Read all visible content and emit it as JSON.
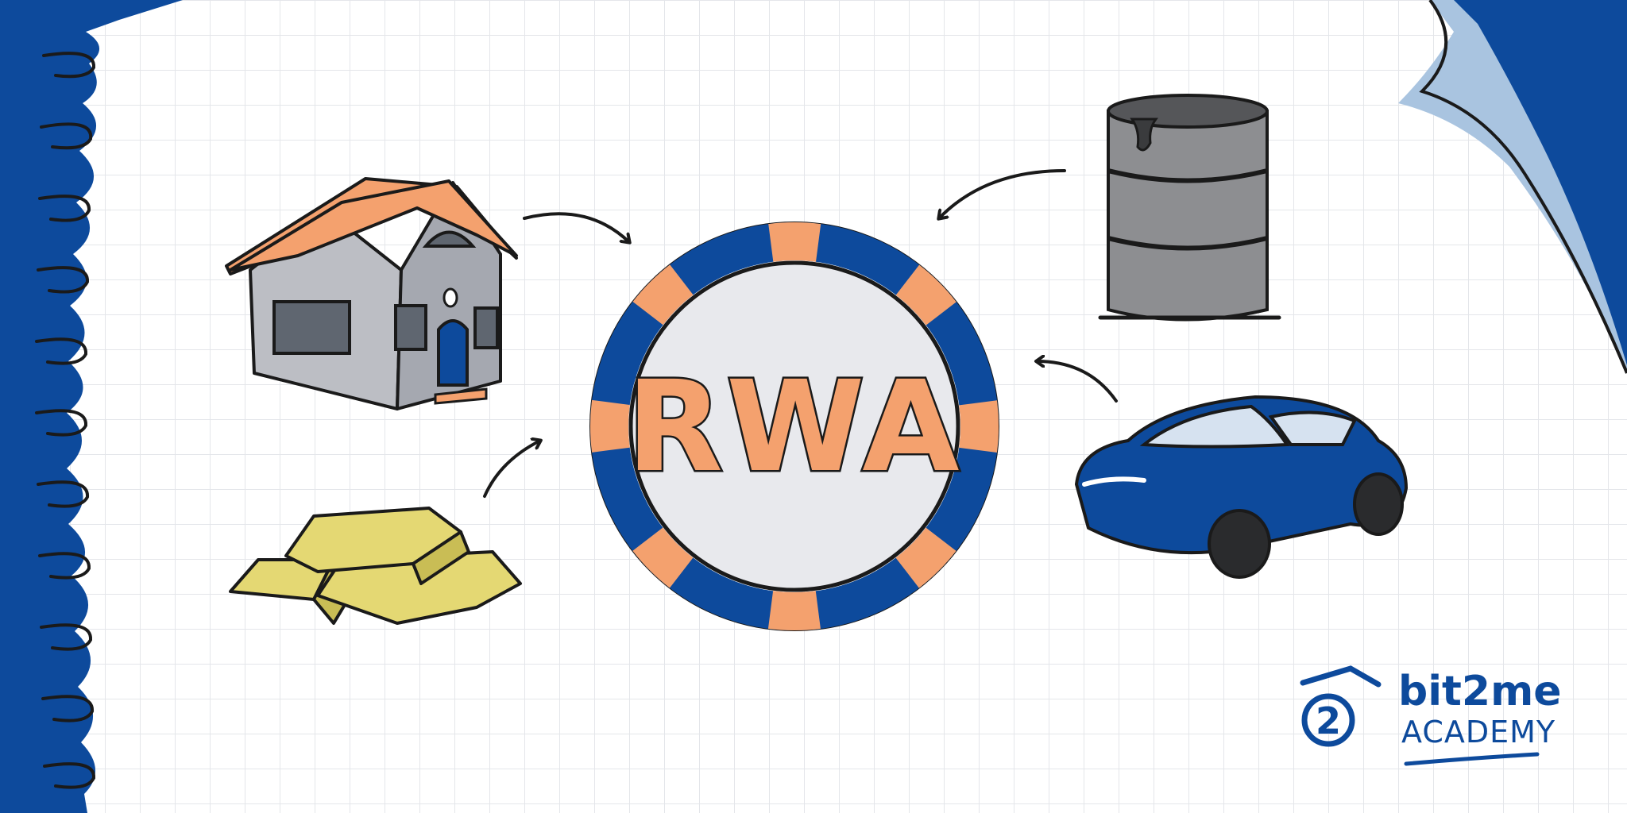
{
  "diagram": {
    "center_label": "RWA",
    "nodes": [
      {
        "id": "house",
        "icon": "house-icon"
      },
      {
        "id": "gold",
        "icon": "gold-bars-icon"
      },
      {
        "id": "oil",
        "icon": "oil-barrel-icon"
      },
      {
        "id": "car",
        "icon": "car-icon"
      }
    ],
    "edges": [
      {
        "from": "house",
        "to": "center"
      },
      {
        "from": "gold",
        "to": "center"
      },
      {
        "from": "oil",
        "to": "center"
      },
      {
        "from": "car",
        "to": "center"
      }
    ]
  },
  "brand": {
    "logo_glyph": "2",
    "name": "bit2me",
    "sub": "ACADEMY"
  },
  "colors": {
    "blue": "#0d4a9c",
    "orange": "#f4a16e",
    "light_blue": "#a9c4e0",
    "grid": "#e4e6ea",
    "house_gray": "#bcbec4",
    "gold": "#e4d873",
    "barrel_gray": "#8d8e91",
    "ink": "#1a1a1a"
  }
}
